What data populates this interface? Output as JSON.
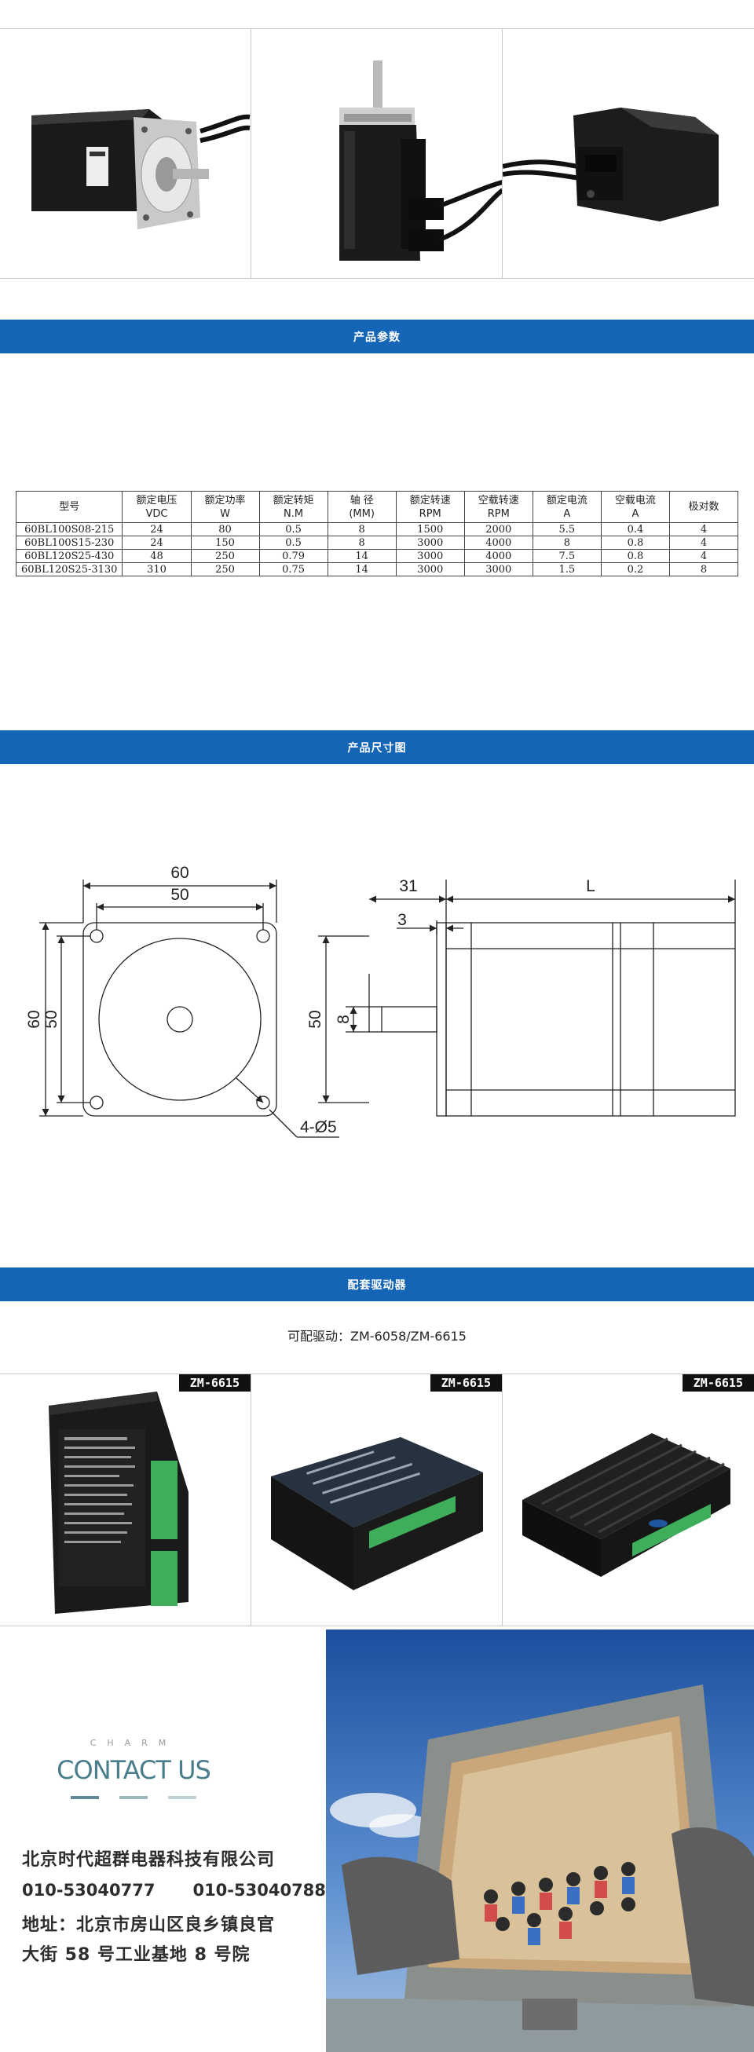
{
  "sections": {
    "params_title": "产品参数",
    "dimension_title": "产品尺寸图",
    "driver_title": "配套驱动器"
  },
  "spec_table": {
    "headers": [
      {
        "l1": "型号",
        "l2": ""
      },
      {
        "l1": "额定电压",
        "l2": "VDC"
      },
      {
        "l1": "额定功率",
        "l2": "W"
      },
      {
        "l1": "额定转矩",
        "l2": "N.M"
      },
      {
        "l1": "轴 径",
        "l2": "(MM)"
      },
      {
        "l1": "额定转速",
        "l2": "RPM"
      },
      {
        "l1": "空载转速",
        "l2": "RPM"
      },
      {
        "l1": "额定电流",
        "l2": "A"
      },
      {
        "l1": "空载电流",
        "l2": "A"
      },
      {
        "l1": "极对数",
        "l2": ""
      }
    ],
    "rows": [
      [
        "60BL100S08-215",
        "24",
        "80",
        "0.5",
        "8",
        "1500",
        "2000",
        "5.5",
        "0.4",
        "4"
      ],
      [
        "60BL100S15-230",
        "24",
        "150",
        "0.5",
        "8",
        "3000",
        "4000",
        "8",
        "0.8",
        "4"
      ],
      [
        "60BL120S25-430",
        "48",
        "250",
        "0.79",
        "14",
        "3000",
        "4000",
        "7.5",
        "0.8",
        "4"
      ],
      [
        "60BL120S25-3130",
        "310",
        "250",
        "0.75",
        "14",
        "3000",
        "3000",
        "1.5",
        "0.2",
        "8"
      ]
    ]
  },
  "dimension": {
    "d60_top": "60",
    "d50_top": "50",
    "d60_left": "60",
    "d50_left": "50",
    "holes": "4-Ø5",
    "d31": "31",
    "d3": "3",
    "dL": "L",
    "d50_side": "50",
    "d8": "8"
  },
  "driver": {
    "caption": "可配驱动：ZM-6058/ZM-6615",
    "labels": [
      "ZM-6615",
      "ZM-6615",
      "ZM-6615"
    ]
  },
  "contact": {
    "charm": "CHARM",
    "contact_us": "CONTACT US",
    "company": "北京时代超群电器科技有限公司",
    "phone1": "010-53040777",
    "phone2": "010-53040788",
    "address1": "地址：北京市房山区良乡镇良官",
    "address2": "大街 58 号工业基地 8 号院"
  },
  "colors": {
    "accent_bar": "#1565b7",
    "contact_teal": "#4a7d8b"
  }
}
